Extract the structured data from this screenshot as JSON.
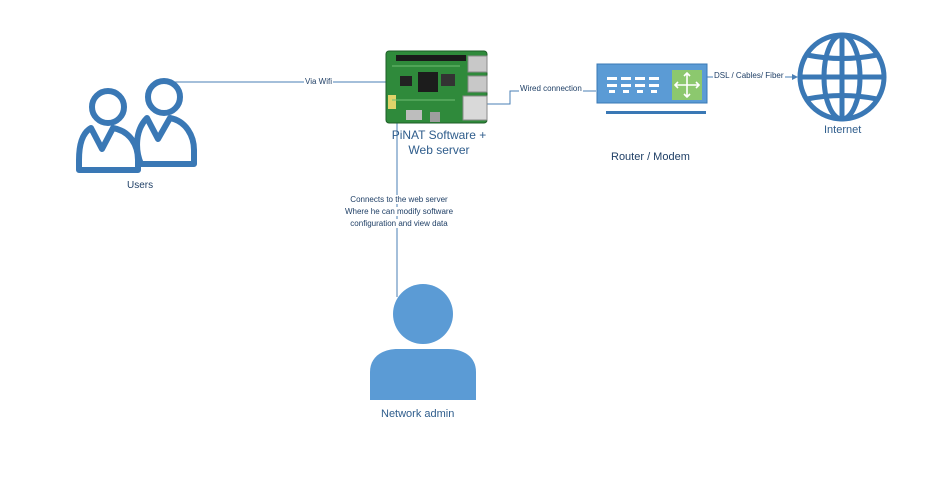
{
  "nodes": {
    "users": {
      "label": "Users"
    },
    "pinat": {
      "label_line1": "PiNAT Software +",
      "label_line2": "Web server"
    },
    "router": {
      "label": "Router / Modem"
    },
    "internet": {
      "label": "Internet"
    },
    "admin": {
      "label": "Network admin"
    }
  },
  "edges": {
    "users_pinat": {
      "label": "Via Wifi"
    },
    "pinat_router": {
      "label": "Wired connection"
    },
    "router_internet": {
      "label": "DSL / Cables/ Fiber"
    },
    "admin_pinat": {
      "line1": "Connects to the web server",
      "line2": "Where he can modify software",
      "line3": "configuration and view data"
    }
  },
  "colors": {
    "icon_blue": "#5b9bd5",
    "stroke_blue": "#3a78b5",
    "line_blue": "#4a7fb5",
    "router_green": "#8cc86e",
    "board_green": "#2f8a3b",
    "text_blue": "#2f5d8c"
  }
}
